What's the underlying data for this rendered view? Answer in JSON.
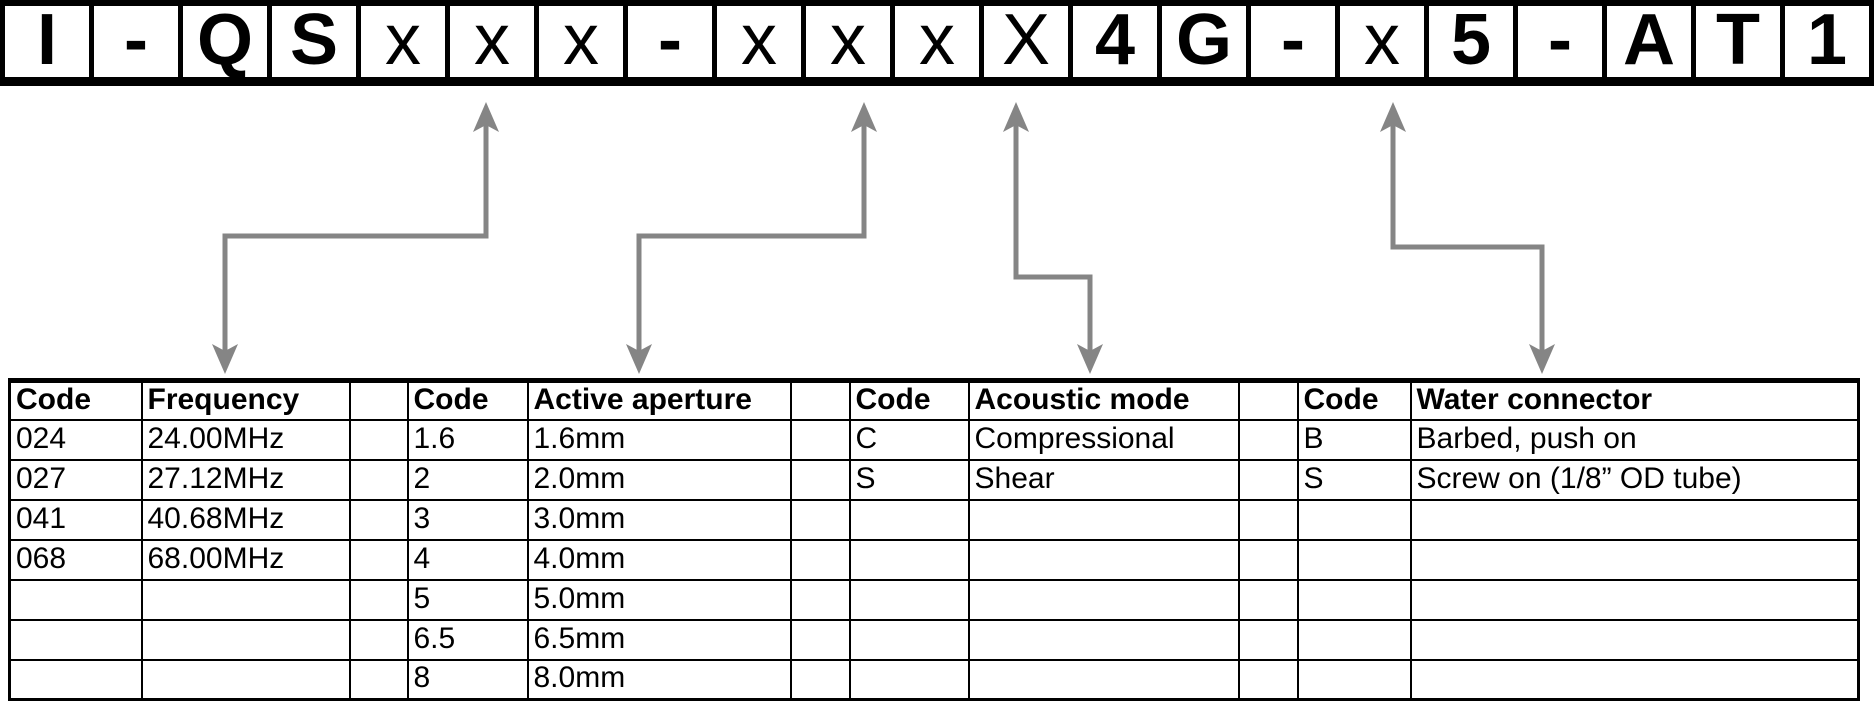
{
  "part_number": {
    "value": "I-QSxxx-xxxX4G-x5-AT1",
    "cells": [
      {
        "char": "I",
        "bold": true
      },
      {
        "char": "-",
        "bold": true
      },
      {
        "char": "Q",
        "bold": true
      },
      {
        "char": "S",
        "bold": true
      },
      {
        "char": "x",
        "bold": false
      },
      {
        "char": "x",
        "bold": false
      },
      {
        "char": "x",
        "bold": false
      },
      {
        "char": "-",
        "bold": true
      },
      {
        "char": "x",
        "bold": false
      },
      {
        "char": "x",
        "bold": false
      },
      {
        "char": "x",
        "bold": false
      },
      {
        "char": "X",
        "bold": false
      },
      {
        "char": "4",
        "bold": true
      },
      {
        "char": "G",
        "bold": true
      },
      {
        "char": "-",
        "bold": true
      },
      {
        "char": "x",
        "bold": false
      },
      {
        "char": "5",
        "bold": true
      },
      {
        "char": "-",
        "bold": true
      },
      {
        "char": "A",
        "bold": true
      },
      {
        "char": "T",
        "bold": true
      },
      {
        "char": "1",
        "bold": true
      }
    ]
  },
  "decode_groups": [
    {
      "code_header": "Code",
      "value_header": "Frequency",
      "rows": [
        [
          "024",
          "24.00MHz"
        ],
        [
          "027",
          "27.12MHz"
        ],
        [
          "041",
          "40.68MHz"
        ],
        [
          "068",
          "68.00MHz"
        ],
        [
          "",
          ""
        ],
        [
          "",
          ""
        ],
        [
          "",
          ""
        ]
      ]
    },
    {
      "code_header": "Code",
      "value_header": "Active aperture",
      "rows": [
        [
          "1.6",
          "1.6mm"
        ],
        [
          "2",
          "2.0mm"
        ],
        [
          "3",
          "3.0mm"
        ],
        [
          "4",
          "4.0mm"
        ],
        [
          "5",
          "5.0mm"
        ],
        [
          "6.5",
          "6.5mm"
        ],
        [
          "8",
          "8.0mm"
        ]
      ]
    },
    {
      "code_header": "Code",
      "value_header": "Acoustic mode",
      "rows": [
        [
          "C",
          "Compressional"
        ],
        [
          "S",
          "Shear"
        ],
        [
          "",
          ""
        ],
        [
          "",
          ""
        ],
        [
          "",
          ""
        ],
        [
          "",
          ""
        ],
        [
          "",
          ""
        ]
      ]
    },
    {
      "code_header": "Code",
      "value_header": "Water connector",
      "rows": [
        [
          "B",
          "Barbed, push on"
        ],
        [
          "S",
          "Screw on (1/8” OD tube)"
        ],
        [
          "",
          ""
        ],
        [
          "",
          ""
        ],
        [
          "",
          ""
        ],
        [
          "",
          ""
        ],
        [
          "",
          ""
        ]
      ]
    }
  ],
  "colors": {
    "arrow": "#858585",
    "grid": "#000000",
    "background": "#ffffff",
    "text": "#000000"
  }
}
